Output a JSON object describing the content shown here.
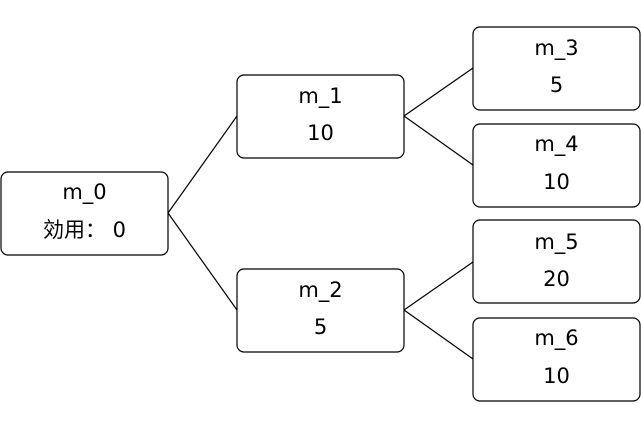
{
  "tree": {
    "nodes": [
      {
        "id": "m0",
        "name": "m_0",
        "value": "効用： 0"
      },
      {
        "id": "m1",
        "name": "m_1",
        "value": "10"
      },
      {
        "id": "m2",
        "name": "m_2",
        "value": "5"
      },
      {
        "id": "m3",
        "name": "m_3",
        "value": "5"
      },
      {
        "id": "m4",
        "name": "m_4",
        "value": "10"
      },
      {
        "id": "m5",
        "name": "m_5",
        "value": "20"
      },
      {
        "id": "m6",
        "name": "m_6",
        "value": "10"
      }
    ],
    "edges": [
      {
        "from": "m0",
        "to": "m1"
      },
      {
        "from": "m0",
        "to": "m2"
      },
      {
        "from": "m1",
        "to": "m3"
      },
      {
        "from": "m1",
        "to": "m4"
      },
      {
        "from": "m2",
        "to": "m5"
      },
      {
        "from": "m2",
        "to": "m6"
      }
    ]
  },
  "colors": {
    "stroke": "#000000",
    "fill": "#ffffff"
  }
}
